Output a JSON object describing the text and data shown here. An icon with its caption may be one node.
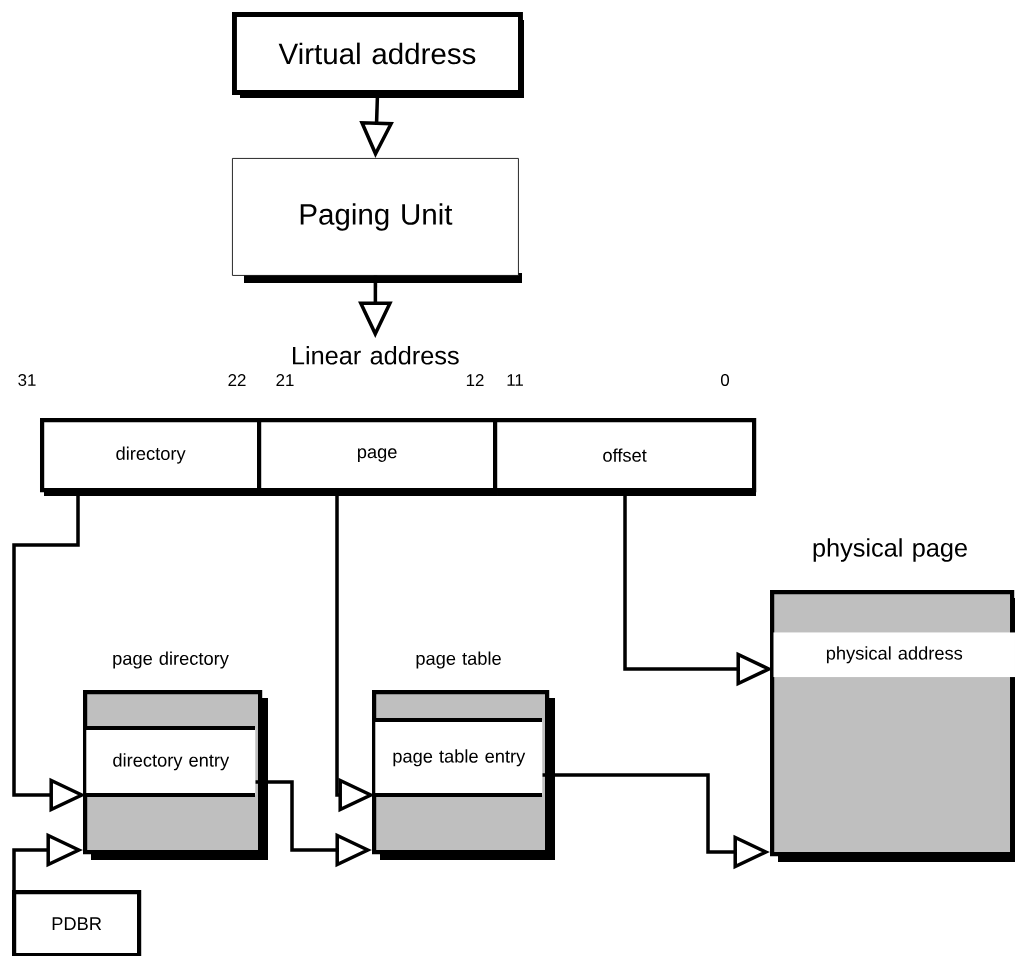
{
  "diagram": {
    "nodes": [
      {
        "text": [
          "Virtual address"
        ]
      },
      {
        "text": [
          "Paging Unit"
        ]
      },
      {
        "text": [
          "Linear address"
        ]
      },
      {
        "text": [
          "directory"
        ]
      },
      {
        "text": [
          "page"
        ]
      },
      {
        "text": [
          "offset"
        ]
      },
      {
        "text": [
          "page directory"
        ]
      },
      {
        "text": [
          "directory entry"
        ],
        "in": 6
      },
      {
        "text": [
          "page table"
        ]
      },
      {
        "text": [
          "page table entry"
        ],
        "in": 8
      },
      {
        "text": [
          "physical page"
        ]
      },
      {
        "text": [
          "physical address"
        ],
        "in": 10
      },
      {
        "text": [
          "PDBR"
        ]
      }
    ],
    "edges": [
      {
        "from": 0,
        "to": 1,
        "arrow": "to"
      },
      {
        "from": 1,
        "to": 2,
        "arrow": "to"
      },
      {
        "from": 3,
        "to": 7,
        "arrow": "to"
      },
      {
        "from": 4,
        "to": 9,
        "arrow": "to"
      },
      {
        "from": 5,
        "to": 11,
        "arrow": "to"
      },
      {
        "from": 7,
        "to": 8,
        "arrow": "to"
      },
      {
        "from": 9,
        "to": 10,
        "arrow": "to"
      },
      {
        "from": 12,
        "to": 6,
        "arrow": "to"
      }
    ],
    "labels": [
      "31",
      "22",
      "21",
      "12",
      "11",
      "0"
    ]
  }
}
